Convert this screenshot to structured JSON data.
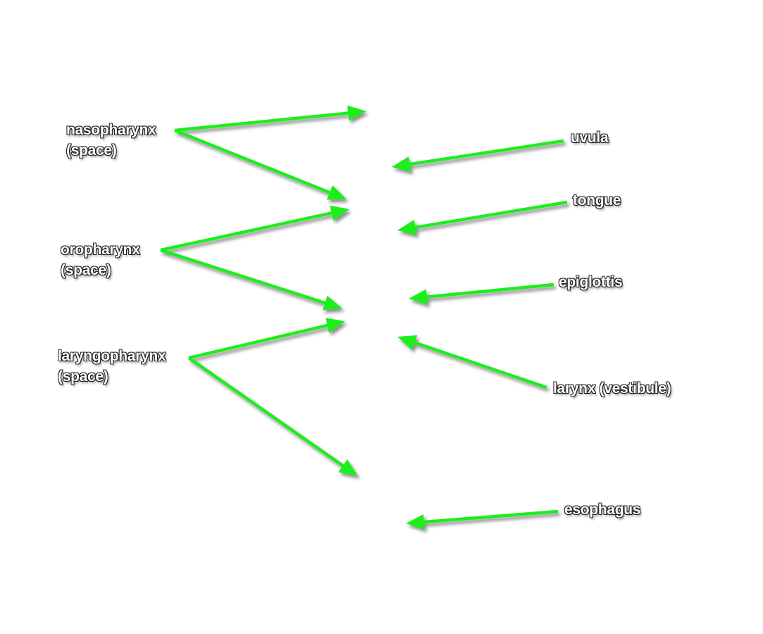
{
  "colors": {
    "arrow": "#1fee1f",
    "label_text": "#ffffff",
    "label_outline": "#222222"
  },
  "labels": {
    "nasopharynx": {
      "line1": "nasopharynx",
      "line2": "(space)"
    },
    "oropharynx": {
      "line1": "oropharynx",
      "line2": "(space)"
    },
    "laryngopharynx": {
      "line1": "laryngopharynx",
      "line2": "(space)"
    },
    "uvula": "uvula",
    "tongue": "tongue",
    "epiglottis": "epiglottis",
    "larynx": "larynx (vestibule)",
    "esophagus": "esophagus"
  }
}
